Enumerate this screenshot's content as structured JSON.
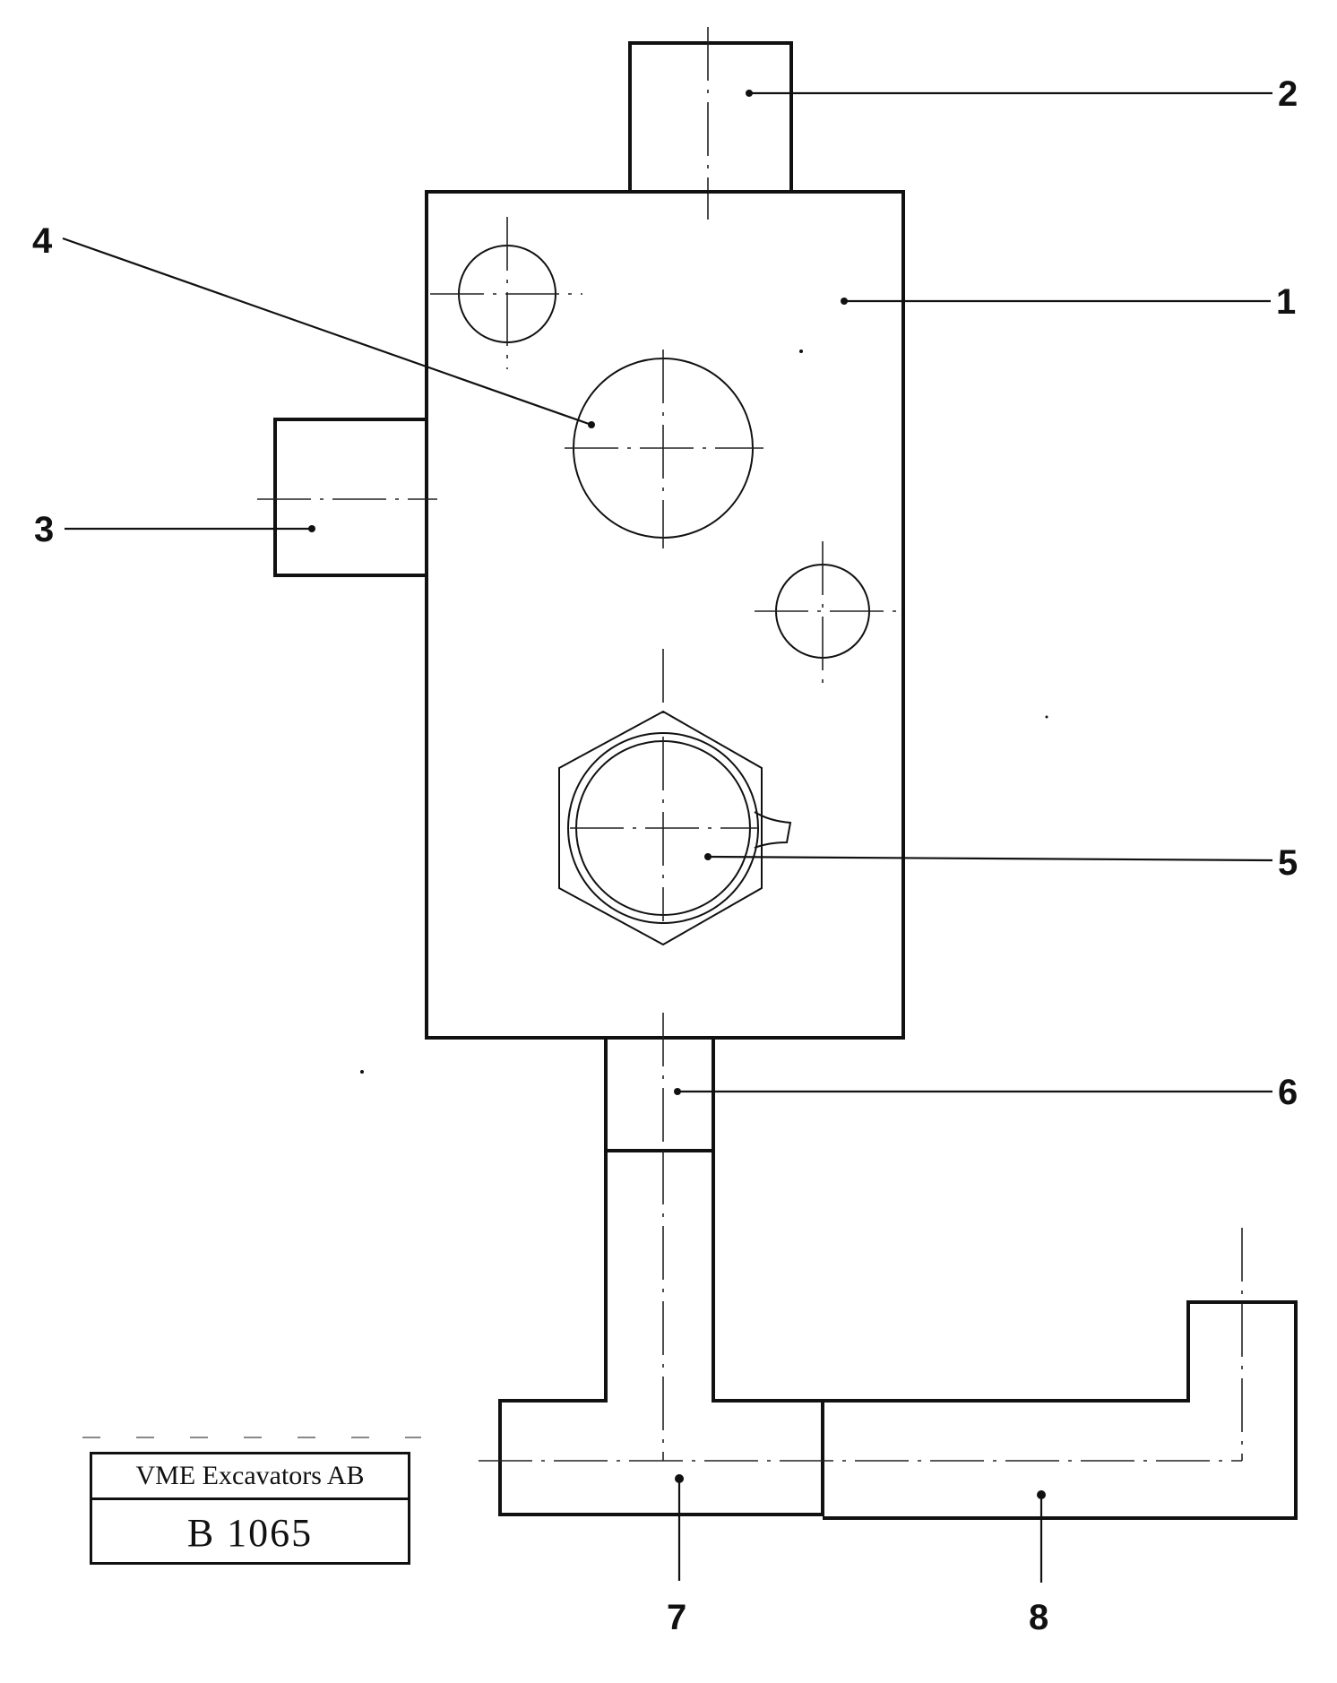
{
  "diagram": {
    "title_block": {
      "company": "VME Excavators AB",
      "drawing_number": "B 1065"
    },
    "callouts": [
      {
        "id": "1",
        "label": "1"
      },
      {
        "id": "2",
        "label": "2"
      },
      {
        "id": "3",
        "label": "3"
      },
      {
        "id": "4",
        "label": "4"
      },
      {
        "id": "5",
        "label": "5"
      },
      {
        "id": "6",
        "label": "6"
      },
      {
        "id": "7",
        "label": "7"
      },
      {
        "id": "8",
        "label": "8"
      }
    ]
  }
}
